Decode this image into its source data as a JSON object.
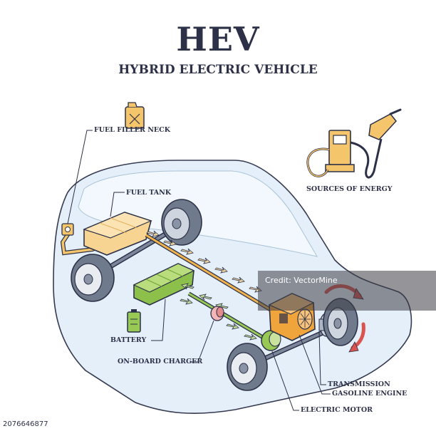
{
  "header": {
    "title": "HEV",
    "subtitle": "HYBRID ELECTRIC VEHICLE"
  },
  "labels": {
    "fuel_filler_neck": "FUEL FILLER NECK",
    "fuel_tank": "FUEL TANK",
    "sources_of_energy": "SOURCES OF ENERGY",
    "battery": "BATTERY",
    "on_board_charger": "ON-BOARD CHARGER",
    "transmission": "TRANSMISSION",
    "gasoline_engine": "GASOLINE ENGINE",
    "electric_motor": "ELECTRIC MOTOR"
  },
  "watermark": {
    "text": "Credit: VectorMine"
  },
  "stock_id": "2076646877",
  "icons": [
    "fuel-canister-icon",
    "fuel-pump-icon",
    "plug-icon",
    "battery-icon"
  ],
  "colors": {
    "outline": "#2c3148",
    "body_tint": "#dcebf7",
    "fuel": "#f5c56b",
    "battery": "#97c954",
    "arrow": "#c9e29d",
    "engine": "#f0a43c",
    "motor_accent": "#d9534f",
    "tire": "#6f7a8c"
  }
}
